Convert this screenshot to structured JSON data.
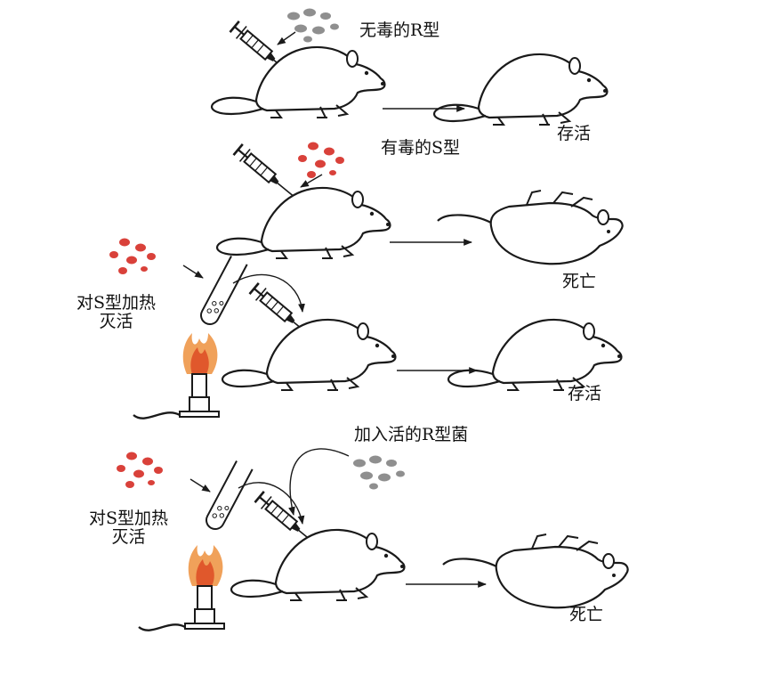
{
  "labels": {
    "r_nonvirulent": "无毒的R型",
    "s_virulent": "有毒的S型",
    "survive": "存活",
    "dead": "死亡",
    "heat_kill_line1": "对S型加热",
    "heat_kill_line2": "灭活",
    "add_live_r": "加入活的R型菌"
  },
  "colors": {
    "r_bacteria": "#8f8f8f",
    "s_bacteria": "#d9413a",
    "flame_outer": "#f0a15a",
    "flame_inner": "#e0582c",
    "ink": "#1a1a1a"
  },
  "icons": [
    "syringe-icon",
    "mouse-icon",
    "dead-mouse-icon",
    "test-tube-icon",
    "bunsen-burner-icon",
    "arrow-icon"
  ]
}
